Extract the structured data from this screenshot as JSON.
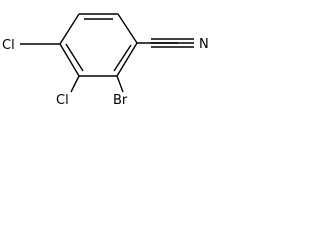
{
  "molecule": {
    "atoms": {
      "chlorine_top": "Cl",
      "chlorine_bottom": "Cl",
      "bromine": "Br",
      "nitrile_nitrogen": "N"
    },
    "colors": {
      "bond": "#000000",
      "label": "#000000",
      "background": "#ffffff"
    }
  }
}
